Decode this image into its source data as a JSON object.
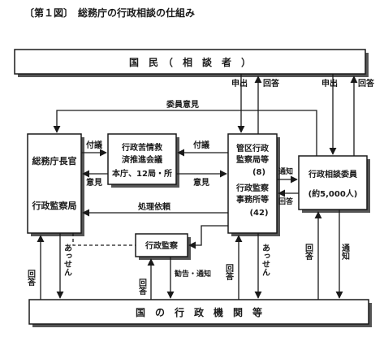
{
  "title": "〔第１図〕　総務庁の行政相談の仕組み",
  "nodes": {
    "kokumin": "国　民　（　相　談　者　）",
    "somucho": [
      "総務庁長官",
      "行政監察局"
    ],
    "suishin": [
      "行政苦情救",
      "済推進会議",
      "本庁、12局・所"
    ],
    "kankyoku": [
      "管区行政",
      "監察局等",
      "(8)",
      "行政監察",
      "事務所等",
      "(42)"
    ],
    "soudan_iin": [
      "行政相談委員",
      "(約5,000人)"
    ],
    "gyosei_kansatsu": "行政監察",
    "kikan": "国　の　行　政　機　関　等"
  },
  "labels": {
    "moushide": "申出",
    "kaitou": "回答",
    "iin_iken": "委員意見",
    "fugi": "付議",
    "iken": "意見",
    "tsuchi": "通知",
    "shori_irai": "処理依頼",
    "assen": "あっせん",
    "kankoku_tsuchi": "勧告・通知"
  }
}
